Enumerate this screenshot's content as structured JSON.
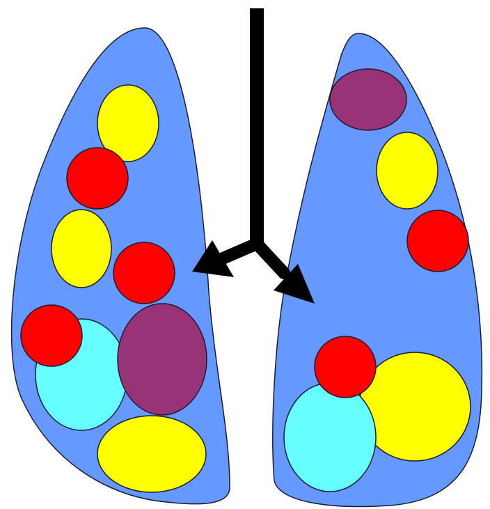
{
  "colors": {
    "background": "#ffffff",
    "lung_fill": "#6699ff",
    "outline": "#1a1a2e",
    "trachea": "#000000",
    "yellow": "#ffff00",
    "red": "#ff0000",
    "purple": "#993377",
    "cyan": "#66ffff"
  },
  "diagram": {
    "subject": "lungs-with-colored-lesions",
    "airway": {
      "branches": [
        "left",
        "right"
      ]
    },
    "left_lung": {
      "blobs": [
        "yellow",
        "red",
        "yellow",
        "red",
        "red",
        "cyan",
        "purple",
        "yellow"
      ]
    },
    "right_lung": {
      "blobs": [
        "purple",
        "yellow",
        "red",
        "yellow",
        "red",
        "cyan"
      ]
    }
  }
}
